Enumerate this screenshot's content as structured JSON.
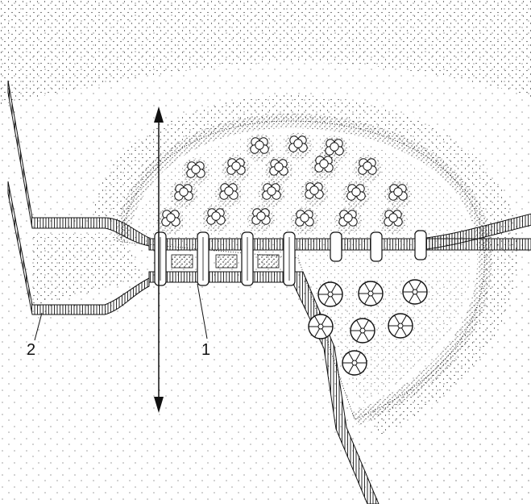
{
  "figure": {
    "labels": [
      {
        "id": "label-1",
        "text": "1"
      },
      {
        "id": "label-2",
        "text": "2"
      }
    ]
  },
  "colors": {
    "ink": "#111111",
    "paper": "#ffffff"
  }
}
